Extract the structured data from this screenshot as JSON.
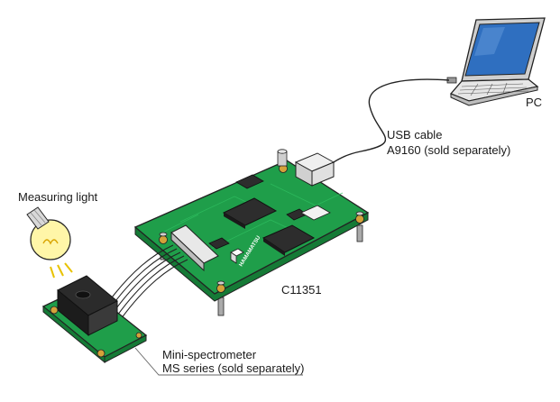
{
  "labels": {
    "pc": "PC",
    "usb_cable": "USB cable",
    "usb_model": "A9160 (sold separately)",
    "measuring_light": "Measuring light",
    "board_model": "C11351",
    "spectrometer_name": "Mini-spectrometer",
    "spectrometer_series": "MS series (sold separately)",
    "board_brand": "HAMAMATSU"
  },
  "colors": {
    "pcb": "#1f9e4a",
    "pcb_dark": "#157a36",
    "chip": "#2d2d2d",
    "screen": "#2f6fc0",
    "bulb": "#fff6a8",
    "outline": "#222222"
  }
}
